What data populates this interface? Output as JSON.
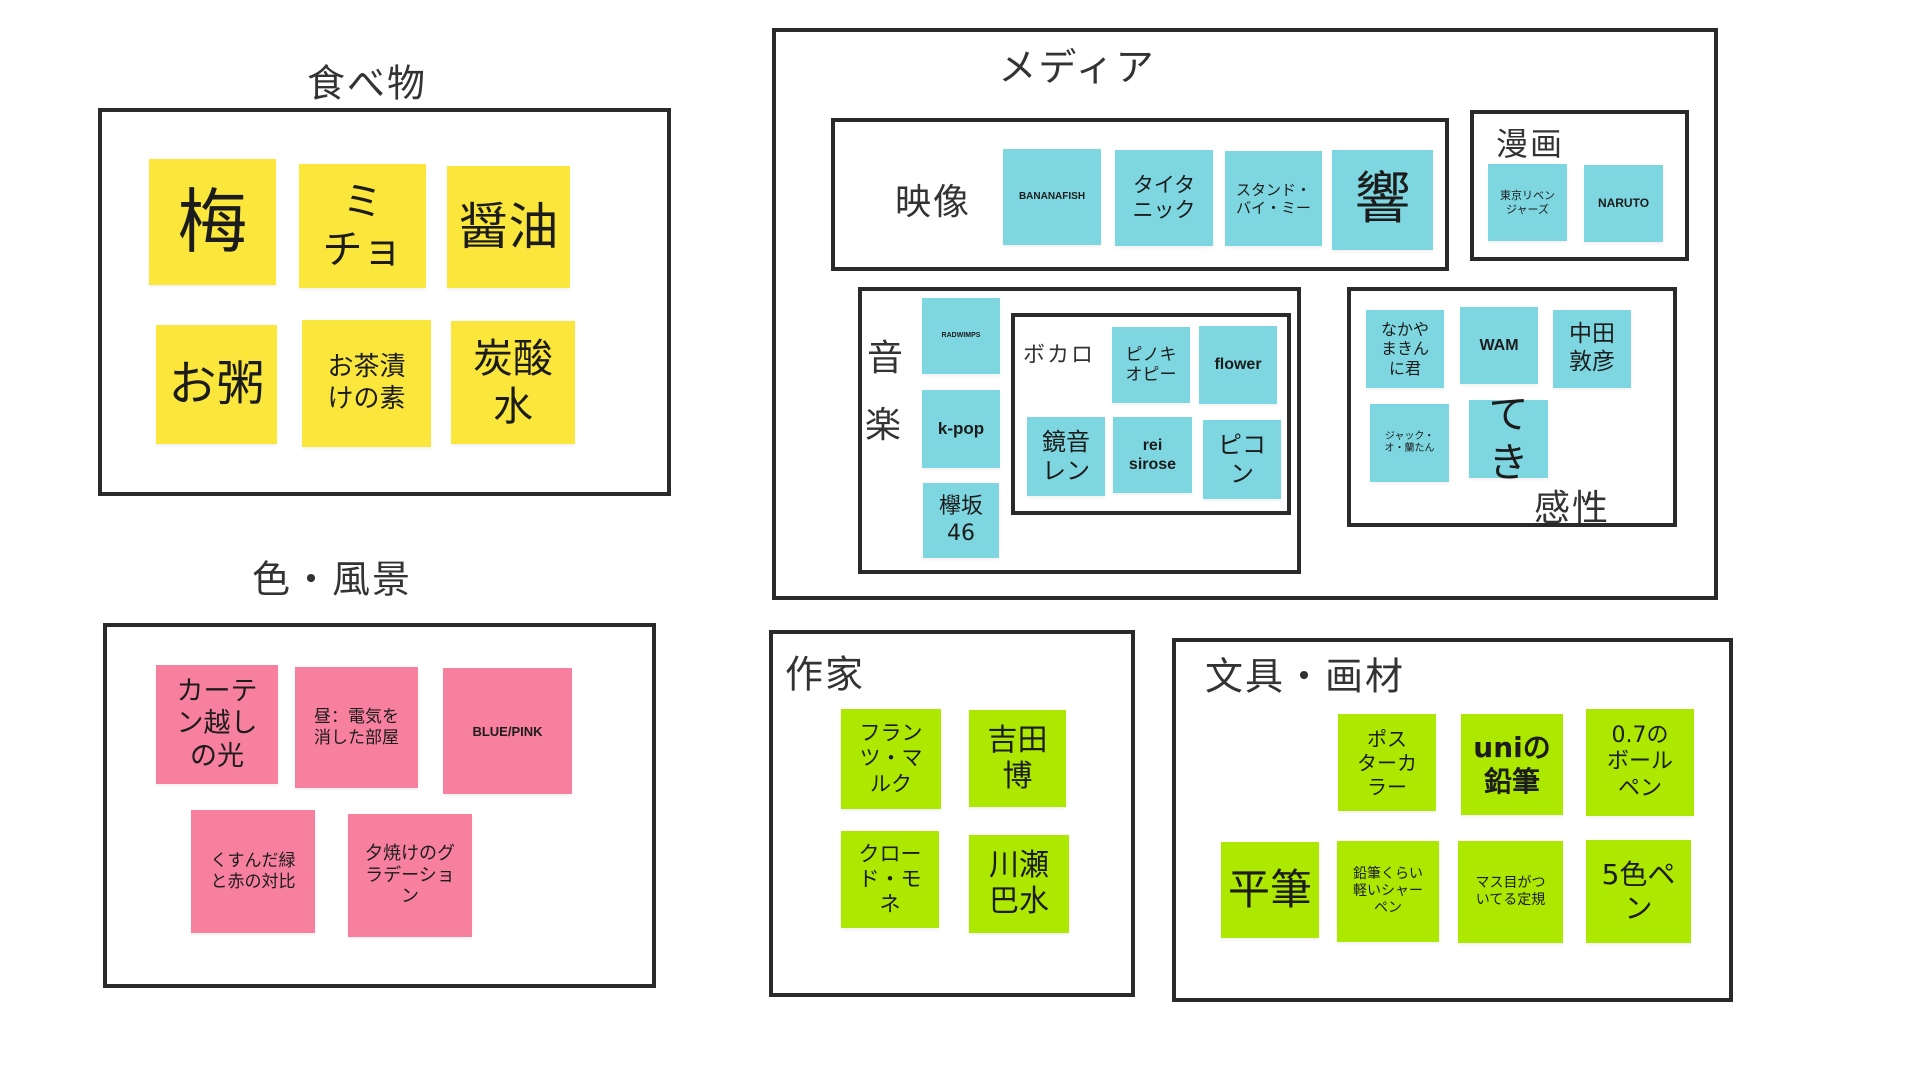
{
  "groups": {
    "food": {
      "title": "食べ物",
      "notes": [
        "梅",
        "ミ\nチョ",
        "醤油",
        "お粥",
        "お茶漬\nけの素",
        "炭酸\n水"
      ]
    },
    "color": {
      "title": "色・風景",
      "notes": [
        "カーテ\nン越し\nの光",
        "昼：電気を\n消した部屋",
        "BLUE/PINK",
        "くすんだ緑\nと赤の対比",
        "夕焼けのグ\nラデーショ\nン"
      ]
    },
    "media": {
      "title": "メディア",
      "video": {
        "title": "映像",
        "notes": [
          "BANANAFISH",
          "タイタ\nニック",
          "スタンド・\nバイ・ミー",
          "響"
        ]
      },
      "manga": {
        "title": "漫画",
        "notes": [
          "東京リベン\nジャーズ",
          "NARUTO"
        ]
      },
      "music": {
        "title_1": "音",
        "title_2": "楽",
        "notes": [
          "RADWIMPS",
          "k-pop",
          "欅坂\n46"
        ],
        "vocaloid": {
          "title": "ボカロ",
          "notes": [
            "ピノキ\nオピー",
            "flower",
            "鏡音\nレン",
            "rei\nsirose",
            "ピコ\nン"
          ]
        }
      },
      "sensibility": {
        "title": "感性",
        "notes": [
          "なかや\nまきん\nに君",
          "WAM",
          "中田\n敦彦",
          "ジャック・\nオ・蘭たん",
          "てき"
        ]
      }
    },
    "authors": {
      "title": "作家",
      "notes": [
        "フラン\nツ・マ\nルク",
        "吉田\n博",
        "クロー\nド・モ\nネ",
        "川瀬\n巴水"
      ]
    },
    "stationery": {
      "title": "文具・画材",
      "notes": [
        "ポス\nターカ\nラー",
        "uniの\n鉛筆",
        "0.7の\nボール\nペン",
        "平筆",
        "鉛筆くらい\n軽いシャー\nペン",
        "マス目がつ\nいてる定規",
        "5色ペ\nン"
      ]
    }
  },
  "colors": {
    "yellow": "#fbe73b",
    "pink": "#f7809f",
    "cyan": "#7ed7e0",
    "green": "#ace800",
    "border": "#2a2a2a"
  }
}
